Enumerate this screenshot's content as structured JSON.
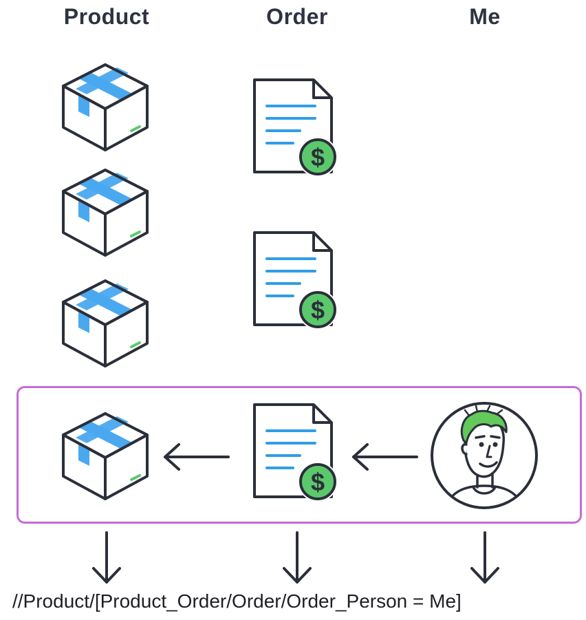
{
  "columns": {
    "product": "Product",
    "order": "Order",
    "me": "Me"
  },
  "xpath_expression": "//Product/[Product_Order/Order/Order_Person = Me]",
  "icons": {
    "product": "package-box-icon",
    "order": "invoice-document-dollar-icon",
    "me": "person-avatar-icon",
    "association": "arrow-left-icon",
    "path_step": "arrow-down-icon"
  },
  "colors": {
    "highlight_border": "#c56bd6",
    "box_tape": "#4aa8ef",
    "document_lines": "#2f9de8",
    "dollar_badge": "#5bc96b",
    "outline": "#2b2f3a",
    "hair": "#63c95a"
  }
}
